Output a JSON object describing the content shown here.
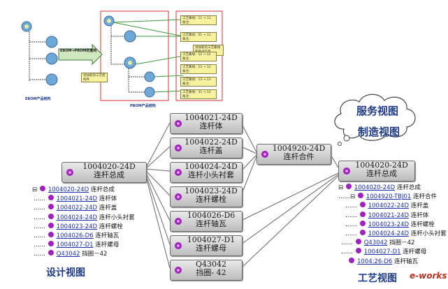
{
  "top_diagram": {
    "ebom_caption": "EBOM产品结构",
    "pbom_caption": "PBOM产品结构",
    "arrow_label": "EBOM→PBOM的重构",
    "callout_left": "添加新的工艺结构件",
    "callout_right": "添加新的工艺路线和备注信息",
    "route_boxes": [
      "工艺路线：11 → 11\n备注：",
      "工艺路线：01 → 11\n备注：",
      "工艺路线：12 → 12\n备注：",
      "工艺路线：12 → 12\n备注：",
      "工艺路线：13 → 13\n备注：",
      "工艺路线：31 → 12\n备注："
    ]
  },
  "nodes": {
    "root_left": {
      "code": "1004020-24D",
      "name": "连杆总成"
    },
    "parts": [
      {
        "code": "1004021-24D",
        "name": "连杆体"
      },
      {
        "code": "1004022-24D",
        "name": "连杆盖"
      },
      {
        "code": "1004024-24D",
        "name": "连杆小头衬套"
      },
      {
        "code": "1004023-24D",
        "name": "连杆螺栓"
      },
      {
        "code": "1004026-D6",
        "name": "连杆轴瓦"
      },
      {
        "code": "1004027-D1",
        "name": "连杆螺母"
      },
      {
        "code": "Q43042",
        "name": "挡圈- 42"
      }
    ],
    "sub_assembly": {
      "code": "1004920-24D",
      "name": "连杆合件"
    },
    "root_right": {
      "code": "1004020-24D",
      "name": "连杆总成"
    }
  },
  "cloud": {
    "line1": "服务视图",
    "line2": "制造视图"
  },
  "design_tree": {
    "label": "设计视图",
    "rows": [
      {
        "prefix": "⊟",
        "code": "1004020-24D",
        "name": "连杆总成",
        "indent": 0
      },
      {
        "prefix": "……",
        "code": "1004021-24D",
        "name": "连杆体",
        "indent": 1
      },
      {
        "prefix": "……",
        "code": "1004022-24D",
        "name": "连杆盖",
        "indent": 1
      },
      {
        "prefix": "……",
        "code": "1004024-24D",
        "name": "连杆小头衬套",
        "indent": 1
      },
      {
        "prefix": "……",
        "code": "1004023-24D",
        "name": "连杆螺栓",
        "indent": 1
      },
      {
        "prefix": "……",
        "code": "1004026-D6",
        "name": "连杆轴瓦",
        "indent": 1
      },
      {
        "prefix": "……",
        "code": "1004027-D1",
        "name": "连杆螺母",
        "indent": 1
      },
      {
        "prefix": "……",
        "code": "Q43042",
        "name": "挡圈－42",
        "indent": 1
      }
    ]
  },
  "process_tree": {
    "label": "工艺视图",
    "rows": [
      {
        "prefix": "⊟",
        "code": "1004020-24D",
        "name": "连杆总成",
        "indent": 0
      },
      {
        "prefix": "……⊟",
        "code": "1004920-TBJ01",
        "name": "连杆合件",
        "indent": 1
      },
      {
        "prefix": "……",
        "code": "1004022-24D",
        "name": "连杆盖",
        "indent": 2
      },
      {
        "prefix": "……",
        "code": "1004021-24D",
        "name": "连杆体",
        "indent": 2
      },
      {
        "prefix": "……",
        "code": "1004023-24D",
        "name": "连杆螺栓",
        "indent": 2
      },
      {
        "prefix": "……",
        "code": "1004024-24D",
        "name": "连杆小头衬套",
        "indent": 2
      },
      {
        "prefix": "……",
        "code": "Q43042",
        "name": "挡圈－42",
        "indent": 1
      },
      {
        "prefix": "……",
        "code": "1004027-D1",
        "name": "连杆螺母",
        "indent": 1
      },
      {
        "prefix": "",
        "code": "1004:26-D6",
        "name": "连杆轴瓦",
        "indent": 1
      }
    ]
  },
  "watermark": "e-works",
  "colors": {
    "gear": "#a020c0",
    "link": "#1a2fb0",
    "label": "#1e3a8a",
    "pbom_frame": "#e03030"
  }
}
